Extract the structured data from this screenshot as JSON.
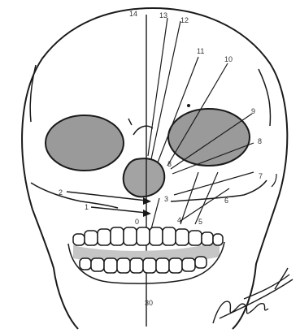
{
  "labels": {
    "l14": "14",
    "l13": "13",
    "l12": "12",
    "l11": "11",
    "l10": "10",
    "l9": "9",
    "l8": "8",
    "l7": "7",
    "l6": "6",
    "l5": "5",
    "l4": "4",
    "l3a": "3",
    "l3b": "3",
    "l2": "2",
    "l1": "1",
    "l0": "0",
    "l30": "30"
  },
  "colors": {
    "ink": "#1a1a1a",
    "orbit": "#9a9a9a",
    "nose": "#a3a3a3",
    "gum": "#c6c6c6",
    "label": "#333333"
  }
}
